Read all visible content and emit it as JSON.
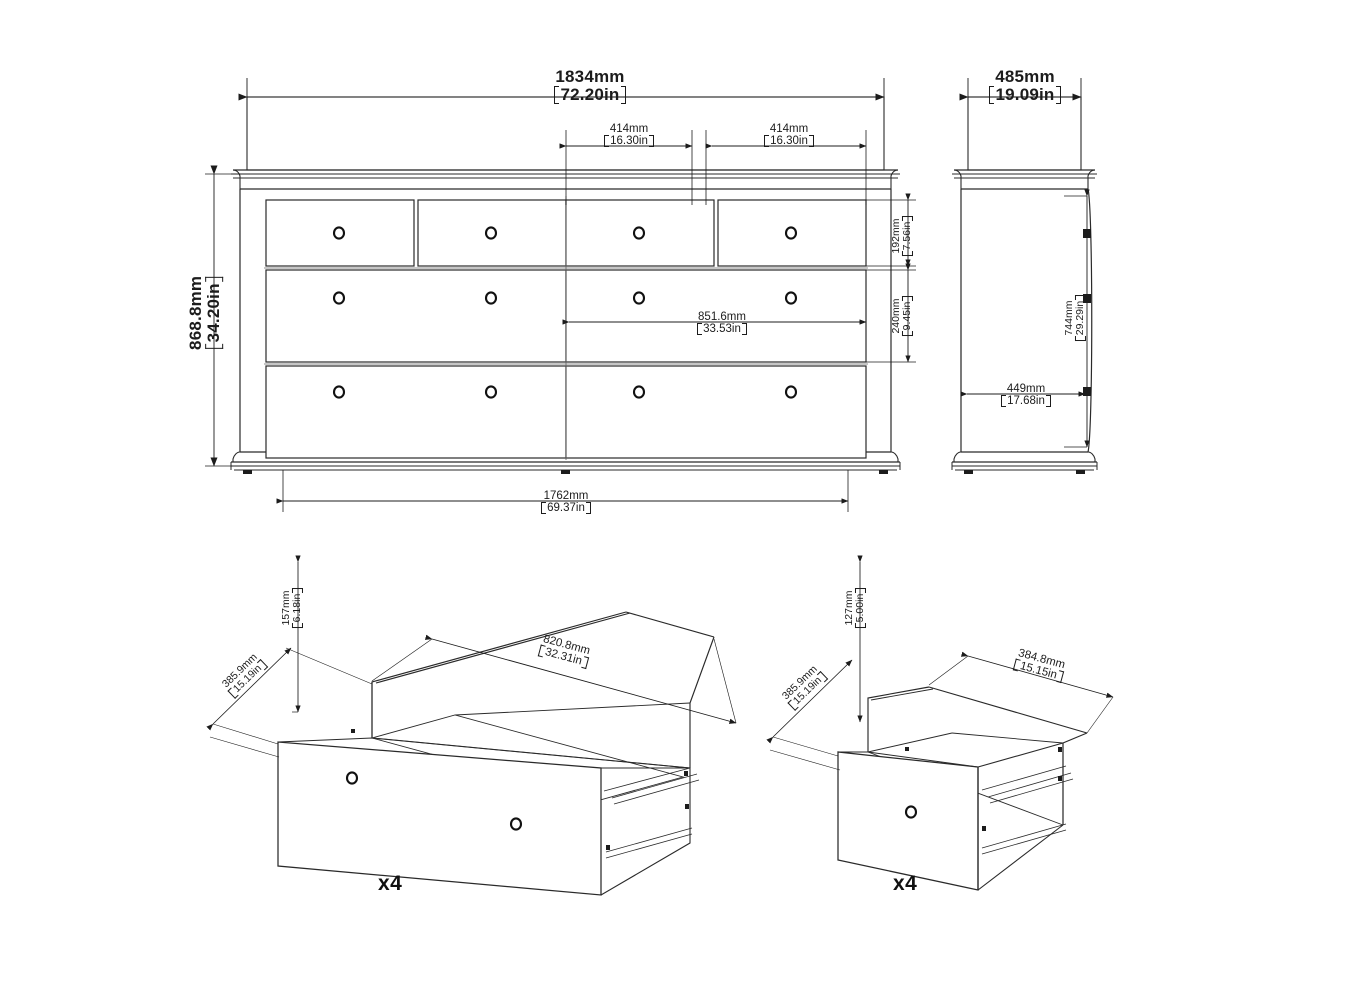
{
  "document": {
    "type": "technical-assembly-drawing",
    "subject": "8-drawer wide dresser / chest of drawers",
    "background_color": "#ffffff",
    "line_color": "#1c1c1c",
    "text_color": "#1c1c1c"
  },
  "front_view": {
    "name": "front-elevation",
    "overall_width": {
      "mm": "1834mm",
      "in": "72.20in"
    },
    "overall_height": {
      "mm": "868.8mm",
      "in": "34.20in"
    },
    "base_width": {
      "mm": "1762mm",
      "in": "69.37in"
    },
    "small_drawer_width_left": {
      "mm": "414mm",
      "in": "16.30in"
    },
    "small_drawer_width_right": {
      "mm": "414mm",
      "in": "16.30in"
    },
    "top_drawer_height": {
      "mm": "192mm",
      "in": "7.56in"
    },
    "lower_drawer_height": {
      "mm": "240mm",
      "in": "9.45in"
    },
    "wide_drawer_width": {
      "mm": "851.6mm",
      "in": "33.53in"
    },
    "layout": {
      "rows": [
        {
          "drawers": 4,
          "type": "small"
        },
        {
          "drawers": 2,
          "type": "wide"
        },
        {
          "drawers": 2,
          "type": "wide"
        }
      ],
      "knobs_small_drawer": 1,
      "knobs_wide_drawer": 2
    }
  },
  "side_view": {
    "name": "side-elevation",
    "overall_depth": {
      "mm": "485mm",
      "in": "19.09in"
    },
    "body_height": {
      "mm": "744mm",
      "in": "29.29in"
    },
    "body_depth": {
      "mm": "449mm",
      "in": "17.68in"
    },
    "runner_marks": 3
  },
  "wide_drawer_detail": {
    "name": "wide-drawer-isometric",
    "height": {
      "mm": "157mm",
      "in": "6.18in"
    },
    "depth": {
      "mm": "385.9mm",
      "in": "15.19in"
    },
    "width": {
      "mm": "820.8mm",
      "in": "32.31in"
    },
    "quantity": "x4",
    "knobs": 2
  },
  "small_drawer_detail": {
    "name": "small-drawer-isometric",
    "height": {
      "mm": "127mm",
      "in": "5.00in"
    },
    "depth": {
      "mm": "385.9mm",
      "in": "15.19in"
    },
    "width": {
      "mm": "384.8mm",
      "in": "15.15in"
    },
    "quantity": "x4",
    "knobs": 1
  }
}
